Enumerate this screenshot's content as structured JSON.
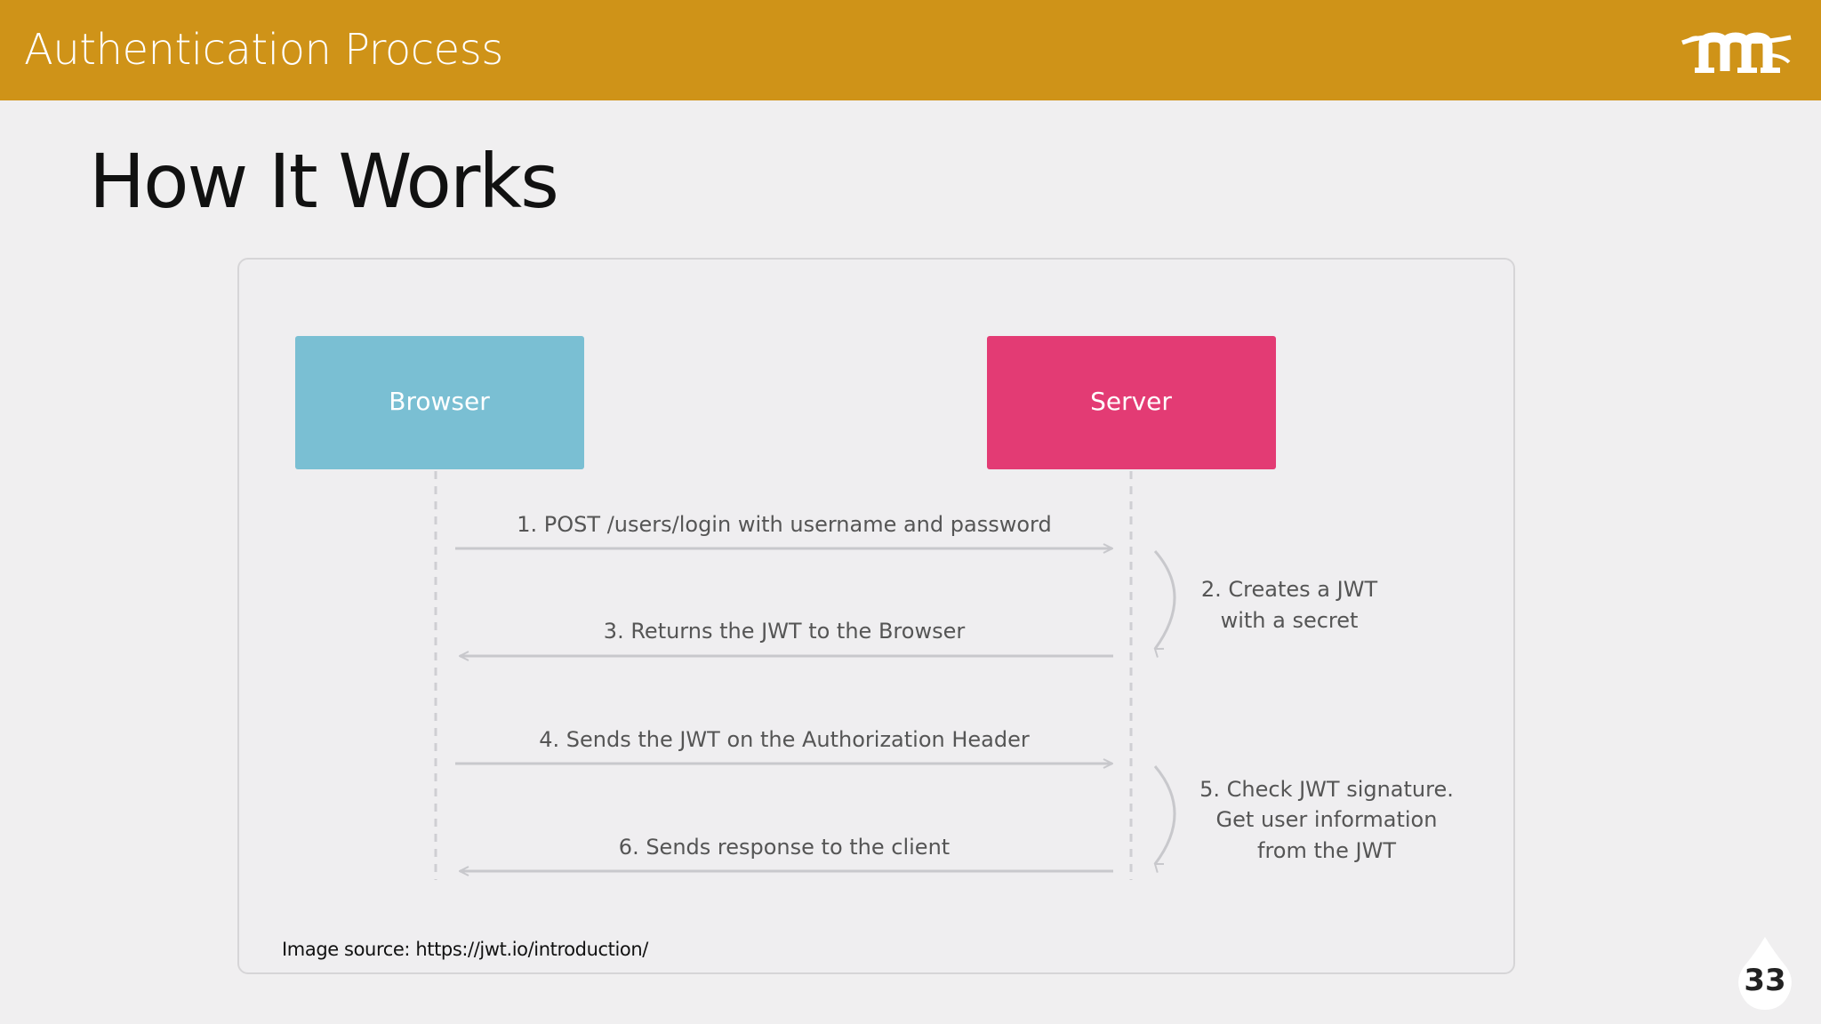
{
  "header": {
    "title": "Authentication Process",
    "brand_color": "#cf9318",
    "logo_icon": "m-logo-icon"
  },
  "slide": {
    "title": "How It Works",
    "page_number": "33"
  },
  "diagram": {
    "actors": [
      {
        "label": "Browser",
        "color": "#7abfd3"
      },
      {
        "label": "Server",
        "color": "#e33b74"
      }
    ],
    "messages": [
      {
        "label": "1. POST /users/login with username and password",
        "direction": "browser-to-server"
      },
      {
        "label": "3. Returns the JWT to the Browser",
        "direction": "server-to-browser"
      },
      {
        "label": "4. Sends the JWT on the Authorization Header",
        "direction": "browser-to-server"
      },
      {
        "label": "6. Sends response to the client",
        "direction": "server-to-browser"
      }
    ],
    "server_notes": [
      {
        "lines": [
          "2. Creates a JWT",
          "with a secret"
        ]
      },
      {
        "lines": [
          "5. Check JWT signature.",
          "Get user information",
          "from the JWT"
        ]
      }
    ],
    "source": "Image source: https://jwt.io/introduction/"
  }
}
